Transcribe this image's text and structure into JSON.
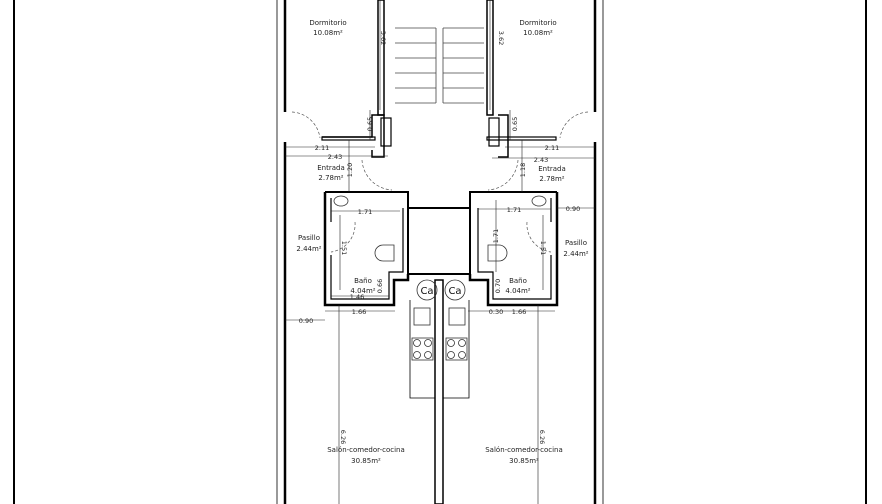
{
  "rooms": {
    "dorm_left": {
      "name": "Dormitorio",
      "area": "10.08m²"
    },
    "dorm_right": {
      "name": "Dormitorio",
      "area": "10.08m²"
    },
    "entrada_left": {
      "name": "Entrada",
      "area": "2.78m²"
    },
    "entrada_right": {
      "name": "Entrada",
      "area": "2.78m²"
    },
    "pasillo_left": {
      "name": "Pasillo",
      "area": "2.44m²"
    },
    "pasillo_right": {
      "name": "Pasillo",
      "area": "2.44m²"
    },
    "bano_left": {
      "name": "Baño",
      "area": "4.04m²"
    },
    "bano_right": {
      "name": "Baño",
      "area": "4.04m²"
    },
    "salon_left": {
      "name": "Salón-comedor-cocina",
      "area": "30.85m²"
    },
    "salon_right": {
      "name": "Salón-comedor-cocina",
      "area": "30.85m²"
    }
  },
  "dimensions": {
    "d362l": "3.62",
    "d362r": "3.62",
    "d065l": "0.65",
    "d065r": "0.65",
    "d211l": "2.11",
    "d211r": "2.11",
    "d243l": "2.43",
    "d243r": "2.43",
    "d120l": "1.20",
    "d118r": "1.18",
    "d171l": "1.71",
    "d171r": "1.71",
    "d171v": "1.71",
    "d151l": "1.51",
    "d151r": "1.51",
    "d066l": "0.66",
    "d070r": "0.70",
    "d146l": "1.46",
    "d166l": "1.66",
    "d166r": "1.66",
    "d090l": "0.90",
    "d090r": "0.90",
    "d030r": "0.30",
    "d626l": "6.26",
    "d626r": "6.26"
  },
  "symbols": {
    "boiler_left": "Ca",
    "boiler_right": "Ca"
  }
}
